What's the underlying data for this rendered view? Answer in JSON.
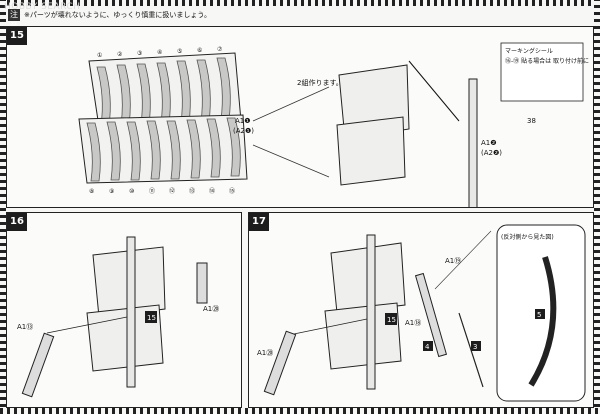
{
  "watermark": "HOBBY SEARCH",
  "caution": {
    "icon": "注意",
    "text": "※パーツが壊れないように、ゆっくり慎重に扱いましょう。"
  },
  "step15": {
    "number": "15",
    "make_two": "2組作ります。",
    "seal_header": "マーキング シール",
    "top_seals": [
      "①",
      "②",
      "③",
      "④",
      "⑤",
      "⑥",
      "⑦"
    ],
    "bottom_seals": [
      "⑧",
      "⑨",
      "⑩",
      "⑪",
      "⑫",
      "⑬",
      "⑭",
      "⑮"
    ],
    "part_a1": "A1❶",
    "part_a2": "(A2❶)",
    "mast_a1": "A1❷",
    "mast_a2": "(A2❷)",
    "seal_box_label": "マーキングシール",
    "seal_box_note": "⑯-⑲ 貼る場合は 取り付け前に",
    "marker_38": "38"
  },
  "step16": {
    "number": "16",
    "part_a1_13": "A1⑬",
    "part_a1_20": "A1⑳",
    "marker": "15"
  },
  "step17": {
    "number": "17",
    "part_a1_19": "A1⑲",
    "part_a1_18": "A1⑱",
    "part_a1_20": "A1⑳",
    "marker": "15",
    "inset_label": "(反対側から見た図)",
    "tag_5": "5",
    "tag_4": "4",
    "tag_3": "3"
  }
}
